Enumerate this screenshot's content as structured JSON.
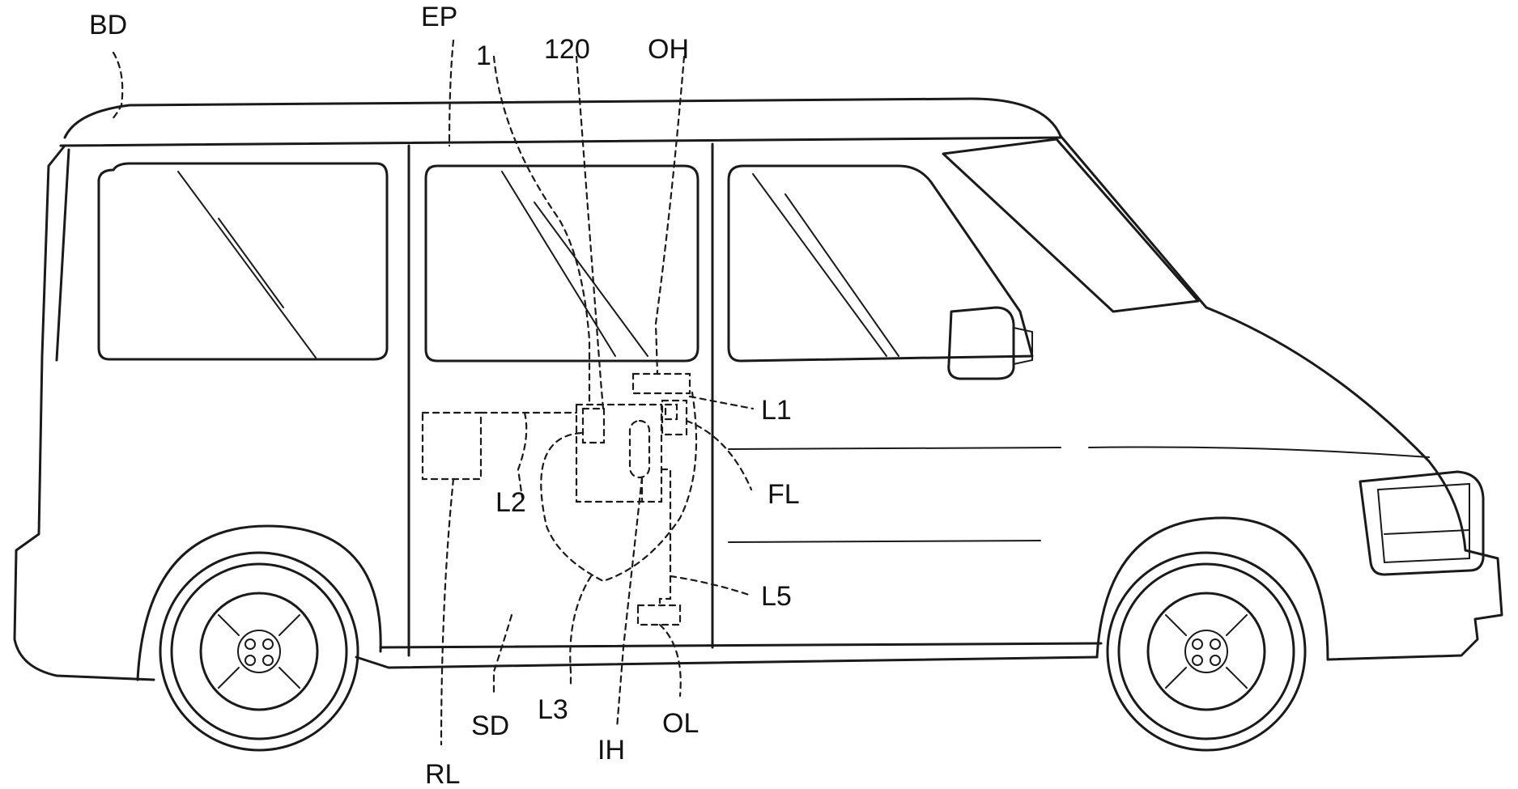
{
  "figure": {
    "labels": {
      "bd": "BD",
      "ep": "EP",
      "one": "1",
      "n120": "120",
      "oh": "OH",
      "l1": "L1",
      "fl": "FL",
      "l2": "L2",
      "l5": "L5",
      "sd": "SD",
      "l3": "L3",
      "ih": "IH",
      "ol": "OL",
      "rl": "RL"
    }
  }
}
